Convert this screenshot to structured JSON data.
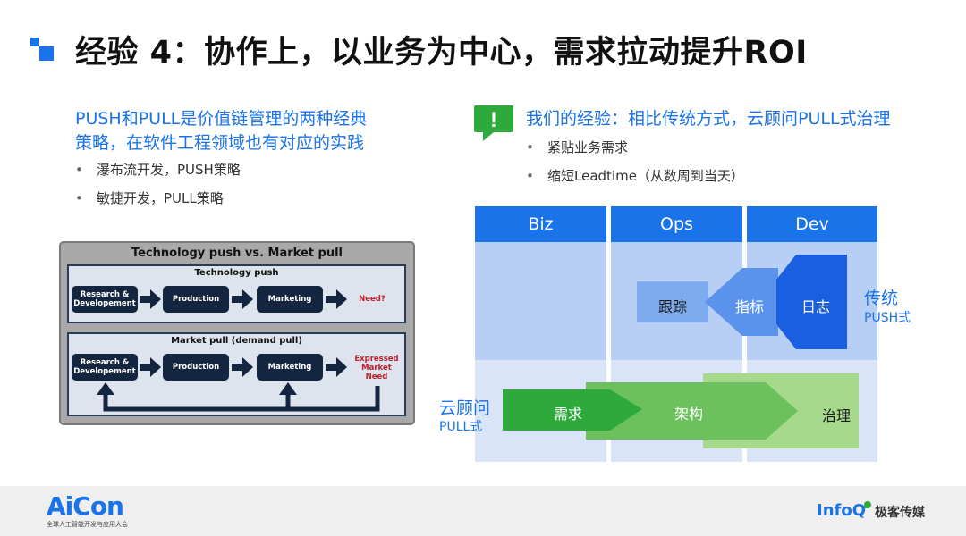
{
  "title": "经验 4：协作上，以业务为中心，需求拉动提升ROI",
  "left": {
    "heading_line1": "PUSH和PULL是价值链管理的两种经典",
    "heading_line2": "策略，在软件工程领域也有对应的实践",
    "bullets": [
      "瀑布流开发，PUSH策略",
      "敏捷开发，PULL策略"
    ],
    "bullet_mark": "•"
  },
  "figure": {
    "title": "Technology push vs. Market pull",
    "push": {
      "label": "Technology push",
      "nodes": [
        "Research & Developement",
        "Production",
        "Marketing"
      ],
      "end": "Need?"
    },
    "pull": {
      "label": "Market pull (demand pull)",
      "nodes": [
        "Research & Developement",
        "Production",
        "Marketing"
      ],
      "end": "Expressed Market Need"
    }
  },
  "right": {
    "heading": "我们的经验：相比传统方式，云顾问PULL式治理",
    "bullets": [
      "紧贴业务需求",
      "缩短Leadtime（从数周到当天）"
    ],
    "bullet_mark": "•",
    "icon_glyph": "!"
  },
  "grid": {
    "columns": [
      "Biz",
      "Ops",
      "Dev"
    ],
    "push_chain": [
      "跟踪",
      "指标",
      "日志"
    ],
    "pull_chain": [
      "需求",
      "架构",
      "治理"
    ],
    "push_label_line1": "传统",
    "push_label_line2": "PUSH式",
    "pull_label_line1": "云顾问",
    "pull_label_line2": "PULL式"
  },
  "footer": {
    "brand": "AiCon",
    "brand_sub": "全球人工智能开发与应用大会",
    "partner": "InfoQ",
    "partner_cn": "极客传媒"
  },
  "colors": {
    "accent": "#1a73e8",
    "green_dark": "#2eaa3c",
    "green_mid": "#6cc05d",
    "green_light": "#a6d98c"
  }
}
